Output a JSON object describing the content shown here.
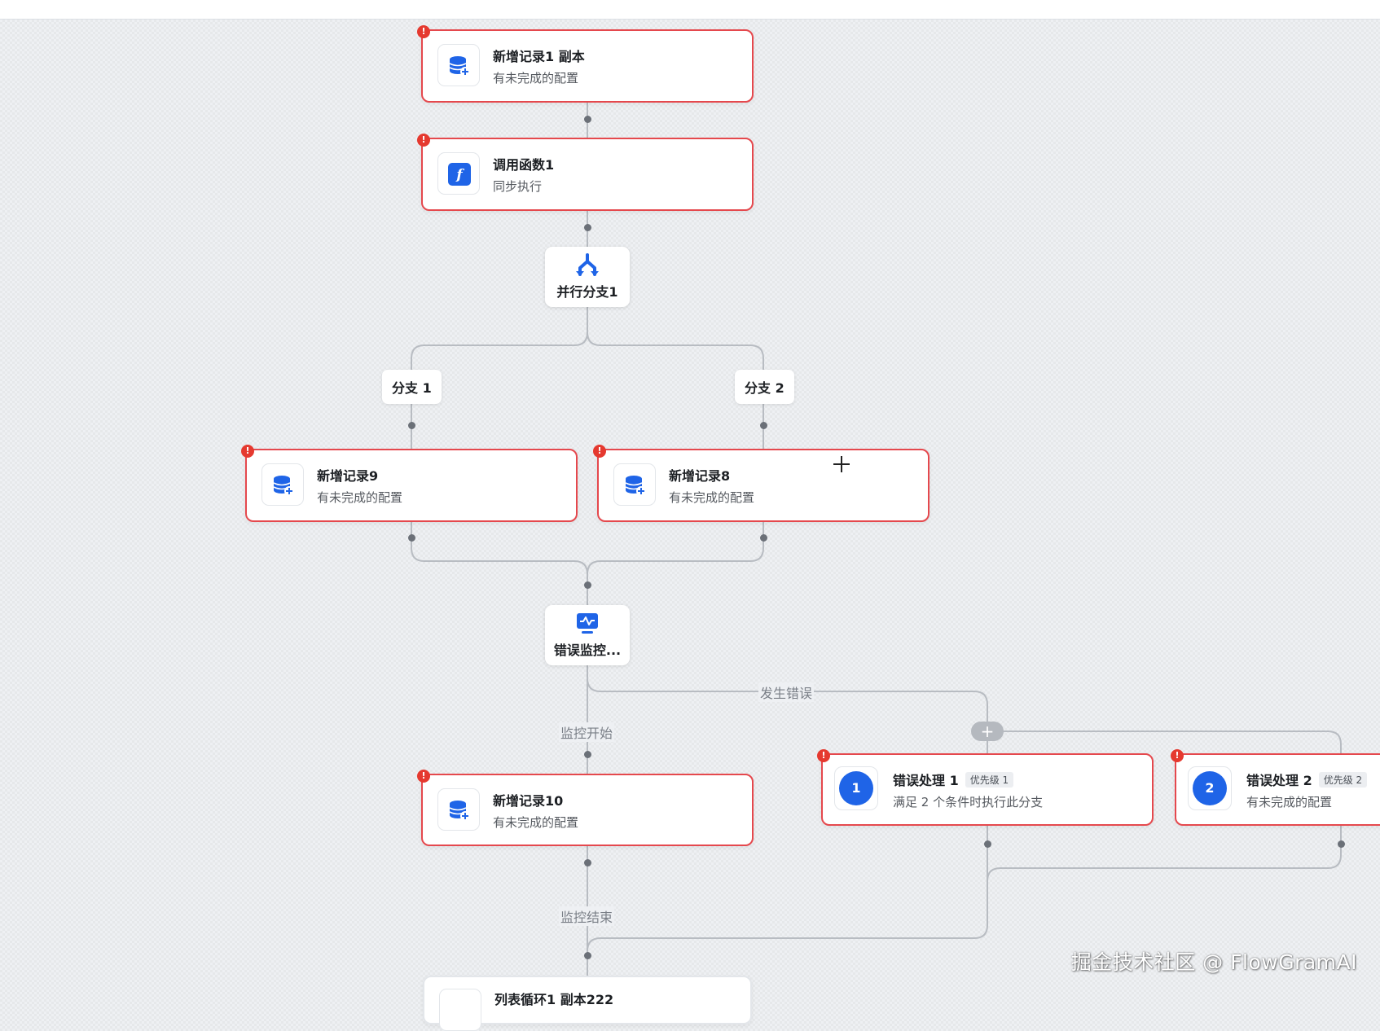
{
  "canvas": {
    "watermark": "掘金技术社区 @ FlowGramAI"
  },
  "nodes": {
    "add_record_copy": {
      "title": "新增记录1 副本",
      "subtitle": "有未完成的配置"
    },
    "call_function": {
      "title": "调用函数1",
      "subtitle": "同步执行"
    },
    "parallel": {
      "title": "并行分支1"
    },
    "branch1": {
      "label": "分支 1"
    },
    "branch2": {
      "label": "分支 2"
    },
    "add_record9": {
      "title": "新增记录9",
      "subtitle": "有未完成的配置"
    },
    "add_record8": {
      "title": "新增记录8",
      "subtitle": "有未完成的配置"
    },
    "error_monitor": {
      "title": "错误监控..."
    },
    "add_record10": {
      "title": "新增记录10",
      "subtitle": "有未完成的配置"
    },
    "error_handler1": {
      "number": "1",
      "title": "错误处理 1",
      "badge": "优先级 1",
      "subtitle": "满足 2 个条件时执行此分支"
    },
    "error_handler2": {
      "number": "2",
      "title": "错误处理 2",
      "badge": "优先级 2",
      "subtitle": "有未完成的配置"
    },
    "list_loop": {
      "title": "列表循环1 副本222"
    }
  },
  "edge_labels": {
    "error_occurred": "发生错误",
    "monitor_start": "监控开始",
    "monitor_end": "监控结束"
  },
  "error_mark": "!",
  "colors": {
    "error": "#e5484d",
    "accent": "#1f64e7",
    "edge": "#b8bcc2"
  }
}
